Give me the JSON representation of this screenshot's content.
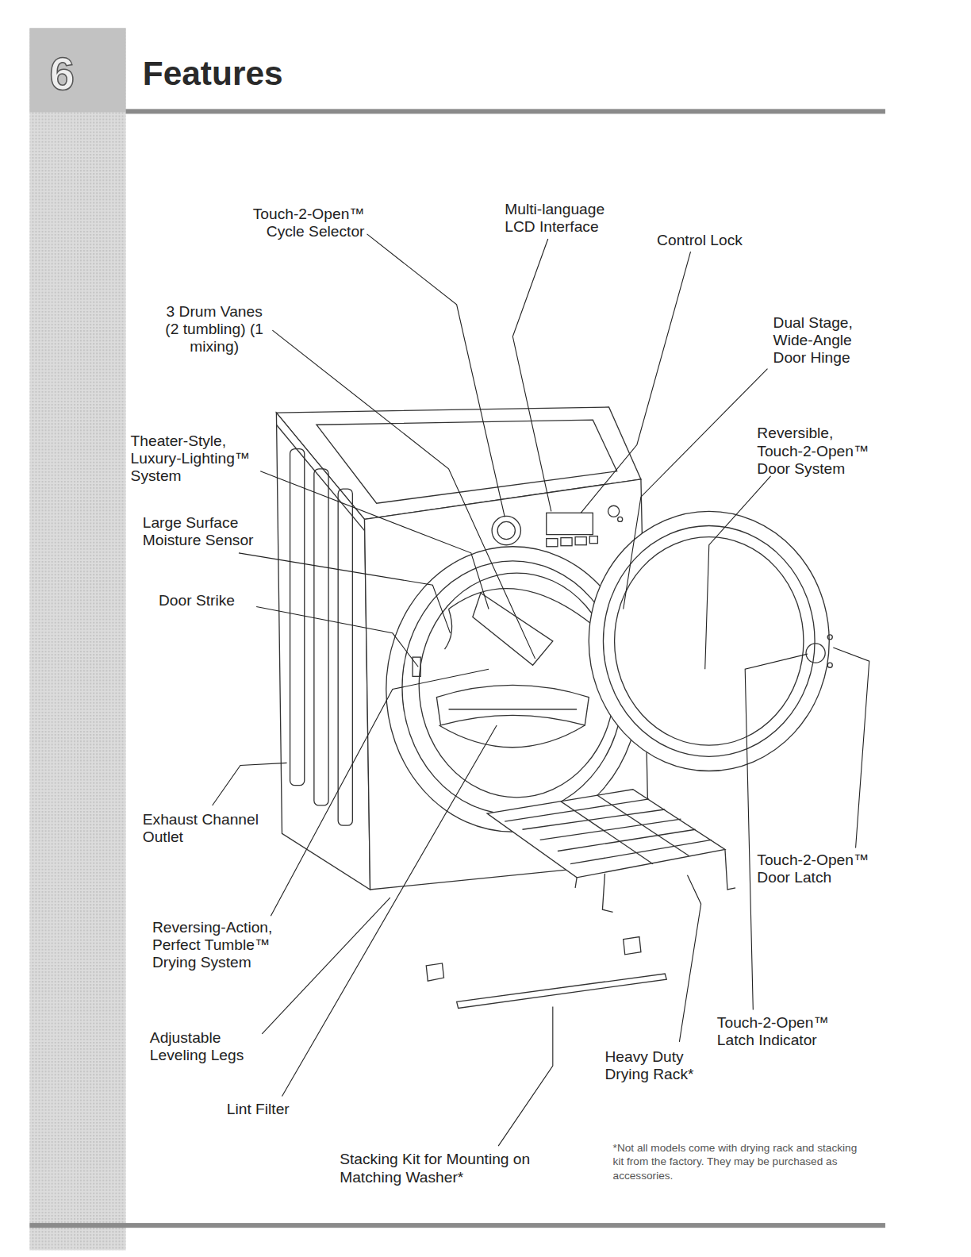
{
  "diagram": {
    "title": "Features",
    "labels": [
      "6",
      "Touch-2-Open™ Cycle Selector",
      "Multi-language LCD Interface",
      "Control Lock",
      "3 Drum Vanes (2 tumbling) (1 mixing)",
      "Dual Stage, Wide-Angle Door Hinge",
      "Theater-Style, Luxury-Lighting™ System",
      "Reversible, Touch-2-Open™ Door System",
      "Large Surface Moisture Sensor",
      "Door Strike",
      "Exhaust Channel Outlet",
      "Touch-2-Open™ Door Latch",
      "Reversing-Action, Perfect Tumble™ Drying System",
      "Touch-2-Open™ Latch Indicator",
      "Adjustable Leveling Legs",
      "Heavy Duty Drying Rack*",
      "Lint Filter",
      "Stacking Kit for Mounting on Matching Washer*",
      "*Not all models come with drying rack and stacking kit from the factory. They may be purchased as accessories."
    ]
  }
}
